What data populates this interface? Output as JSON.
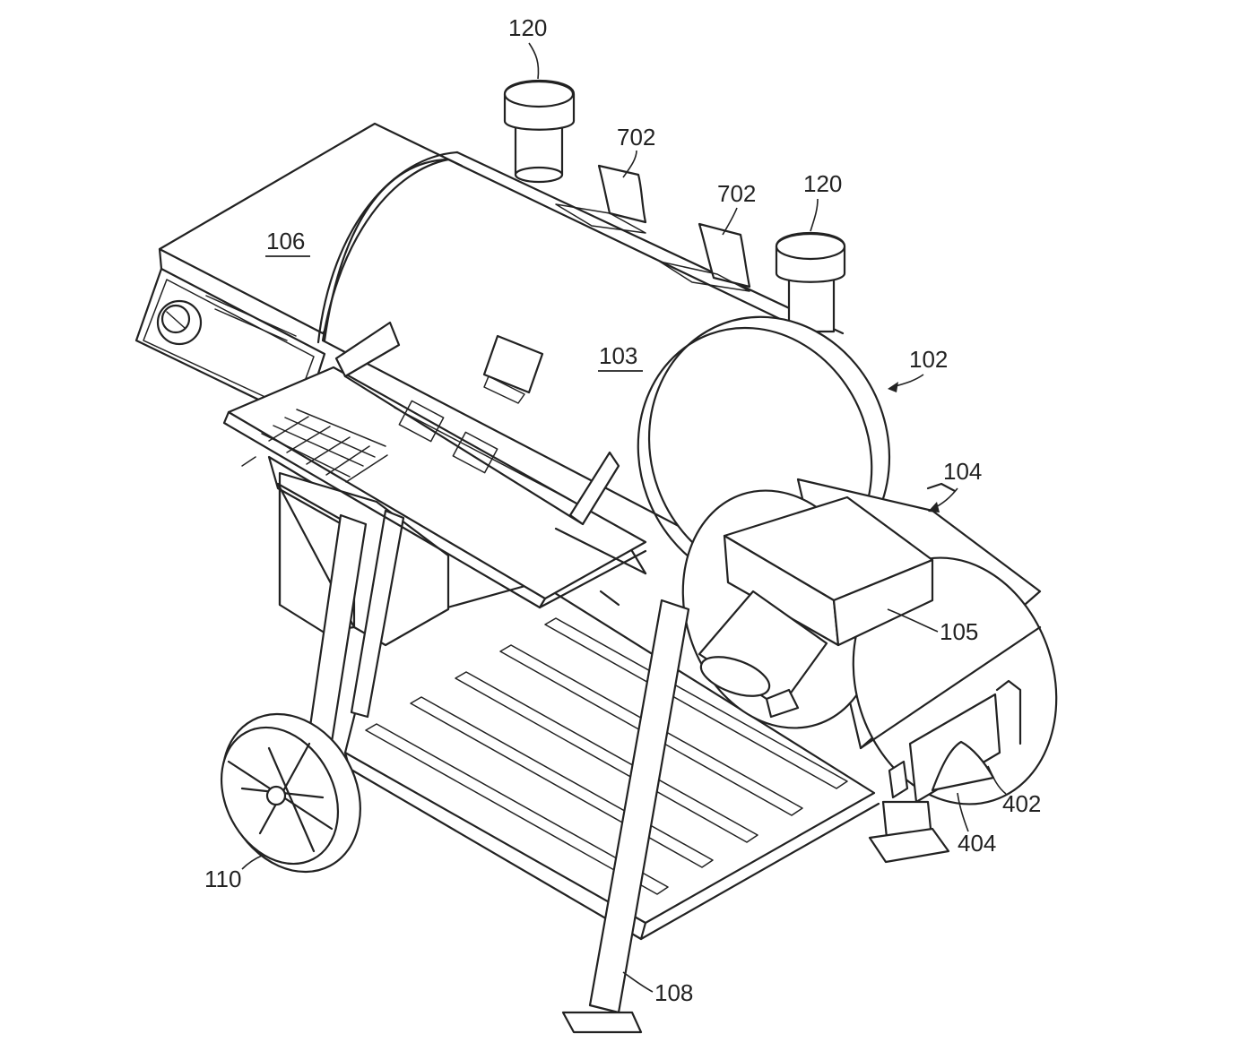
{
  "figure": {
    "labels": {
      "chamber": "103",
      "side_shelf": "106",
      "smoker_body": "102",
      "firebox": "104",
      "hopper": "105",
      "vent_left": "120",
      "vent_right": "120",
      "tab_left": "702",
      "tab_right": "702",
      "wheel": "110",
      "leg": "108",
      "door": "402",
      "damper": "404"
    }
  }
}
